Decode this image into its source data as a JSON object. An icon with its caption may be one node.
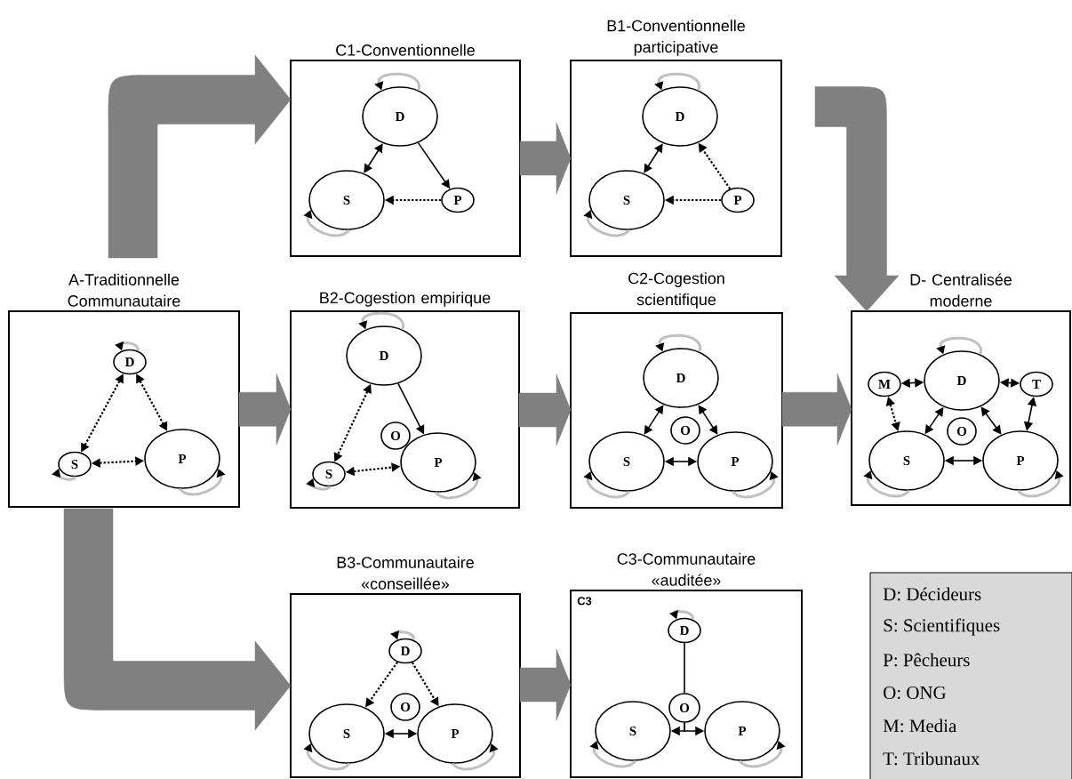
{
  "diagram": {
    "nodes": [
      {
        "text": [
          "C1-Conventionnelle"
        ]
      },
      {
        "text": [
          "D"
        ],
        "in": 0
      },
      {
        "text": [
          "S"
        ],
        "in": 0
      },
      {
        "text": [
          "P"
        ],
        "in": 0
      },
      {
        "text": [
          "B1-Conventionnelle participative"
        ]
      },
      {
        "text": [
          "D"
        ],
        "in": 4
      },
      {
        "text": [
          "S"
        ],
        "in": 4
      },
      {
        "text": [
          "P"
        ],
        "in": 4
      },
      {
        "text": [
          "A-Traditionnelle Communautaire"
        ]
      },
      {
        "text": [
          "D"
        ],
        "in": 8
      },
      {
        "text": [
          "S"
        ],
        "in": 8
      },
      {
        "text": [
          "P"
        ],
        "in": 8
      },
      {
        "text": [
          "B2-Cogestion empirique"
        ]
      },
      {
        "text": [
          "D"
        ],
        "in": 12
      },
      {
        "text": [
          "O"
        ],
        "in": 12
      },
      {
        "text": [
          "S"
        ],
        "in": 12
      },
      {
        "text": [
          "P"
        ],
        "in": 12
      },
      {
        "text": [
          "C2-Cogestion scientifique"
        ]
      },
      {
        "text": [
          "D"
        ],
        "in": 17
      },
      {
        "text": [
          "O"
        ],
        "in": 17
      },
      {
        "text": [
          "S"
        ],
        "in": 17
      },
      {
        "text": [
          "P"
        ],
        "in": 17
      },
      {
        "text": [
          "D- Centralisée moderne"
        ]
      },
      {
        "text": [
          "M"
        ],
        "in": 22
      },
      {
        "text": [
          "D"
        ],
        "in": 22
      },
      {
        "text": [
          "T"
        ],
        "in": 22
      },
      {
        "text": [
          "O"
        ],
        "in": 22
      },
      {
        "text": [
          "S"
        ],
        "in": 22
      },
      {
        "text": [
          "P"
        ],
        "in": 22
      },
      {
        "text": [
          "B3-Communautaire «conseillée»"
        ]
      },
      {
        "text": [
          "D"
        ],
        "in": 29
      },
      {
        "text": [
          "O"
        ],
        "in": 29
      },
      {
        "text": [
          "S"
        ],
        "in": 29
      },
      {
        "text": [
          "P"
        ],
        "in": 29
      },
      {
        "text": [
          "C3-Communautaire «auditée»",
          "C3"
        ]
      },
      {
        "text": [
          "D"
        ],
        "in": 34
      },
      {
        "text": [
          "O"
        ],
        "in": 34
      },
      {
        "text": [
          "S"
        ],
        "in": 34
      },
      {
        "text": [
          "P"
        ],
        "in": 34
      }
    ],
    "edges": [
      {
        "from": 1,
        "to": 2,
        "arrow": "both"
      },
      {
        "from": 1,
        "to": 3,
        "arrow": "to"
      },
      {
        "from": 3,
        "to": 2,
        "arrow": "to",
        "style": "dashed"
      },
      {
        "from": 1,
        "to": 1,
        "arrow": "to",
        "color": "#c0c0c0"
      },
      {
        "from": 2,
        "to": 2,
        "arrow": "to",
        "color": "#c0c0c0"
      },
      {
        "from": 5,
        "to": 6,
        "arrow": "both"
      },
      {
        "from": 7,
        "to": 5,
        "arrow": "to",
        "style": "dashed"
      },
      {
        "from": 7,
        "to": 6,
        "arrow": "to",
        "style": "dashed"
      },
      {
        "from": 5,
        "to": 5,
        "arrow": "to",
        "color": "#c0c0c0"
      },
      {
        "from": 6,
        "to": 6,
        "arrow": "to",
        "color": "#c0c0c0"
      },
      {
        "from": 9,
        "to": 10,
        "arrow": "both",
        "style": "dashed"
      },
      {
        "from": 9,
        "to": 11,
        "arrow": "both",
        "style": "dashed"
      },
      {
        "from": 10,
        "to": 11,
        "arrow": "both",
        "style": "dashed"
      },
      {
        "from": 9,
        "to": 9,
        "arrow": "to",
        "color": "#c0c0c0"
      },
      {
        "from": 10,
        "to": 10,
        "arrow": "to",
        "color": "#c0c0c0"
      },
      {
        "from": 11,
        "to": 11,
        "arrow": "to",
        "color": "#c0c0c0"
      },
      {
        "from": 13,
        "to": 15,
        "arrow": "both",
        "style": "dashed"
      },
      {
        "from": 13,
        "to": 16,
        "arrow": "to"
      },
      {
        "from": 15,
        "to": 16,
        "arrow": "both",
        "style": "dashed"
      },
      {
        "from": 13,
        "to": 13,
        "arrow": "to",
        "color": "#c0c0c0"
      },
      {
        "from": 15,
        "to": 15,
        "arrow": "to",
        "color": "#c0c0c0"
      },
      {
        "from": 16,
        "to": 16,
        "arrow": "to",
        "color": "#c0c0c0"
      },
      {
        "from": 18,
        "to": 20,
        "arrow": "both"
      },
      {
        "from": 18,
        "to": 21,
        "arrow": "both"
      },
      {
        "from": 20,
        "to": 21,
        "arrow": "both"
      },
      {
        "from": 18,
        "to": 18,
        "arrow": "to",
        "color": "#c0c0c0"
      },
      {
        "from": 20,
        "to": 20,
        "arrow": "to",
        "color": "#c0c0c0"
      },
      {
        "from": 21,
        "to": 21,
        "arrow": "to",
        "color": "#c0c0c0"
      },
      {
        "from": 23,
        "to": 24,
        "arrow": "both"
      },
      {
        "from": 24,
        "to": 25,
        "arrow": "both"
      },
      {
        "from": 23,
        "to": 27,
        "arrow": "both",
        "style": "dashed"
      },
      {
        "from": 25,
        "to": 28,
        "arrow": "both"
      },
      {
        "from": 24,
        "to": 27,
        "arrow": "both"
      },
      {
        "from": 24,
        "to": 28,
        "arrow": "both"
      },
      {
        "from": 27,
        "to": 28,
        "arrow": "both"
      },
      {
        "from": 24,
        "to": 24,
        "arrow": "to",
        "color": "#c0c0c0"
      },
      {
        "from": 27,
        "to": 27,
        "arrow": "to",
        "color": "#c0c0c0"
      },
      {
        "from": 28,
        "to": 28,
        "arrow": "to",
        "color": "#c0c0c0"
      },
      {
        "from": 30,
        "to": 32,
        "arrow": "to",
        "style": "dashed"
      },
      {
        "from": 30,
        "to": 33,
        "arrow": "to",
        "style": "dashed"
      },
      {
        "from": 32,
        "to": 33,
        "arrow": "both"
      },
      {
        "from": 30,
        "to": 30,
        "arrow": "to",
        "color": "#c0c0c0"
      },
      {
        "from": 32,
        "to": 32,
        "arrow": "to",
        "color": "#c0c0c0"
      },
      {
        "from": 33,
        "to": 33,
        "arrow": "to",
        "color": "#c0c0c0"
      },
      {
        "from": 35,
        "to": 36,
        "arrow": "none"
      },
      {
        "from": 36,
        "to": 37,
        "arrow": "to"
      },
      {
        "from": 36,
        "to": 38,
        "arrow": "to"
      },
      {
        "from": 35,
        "to": 35,
        "arrow": "to",
        "color": "#c0c0c0"
      },
      {
        "from": 37,
        "to": 37,
        "arrow": "to",
        "color": "#c0c0c0"
      },
      {
        "from": 38,
        "to": 38,
        "arrow": "to",
        "color": "#c0c0c0"
      },
      {
        "from": 8,
        "to": 0,
        "arrow": "to",
        "style": "thick",
        "color": "#808080"
      },
      {
        "from": 0,
        "to": 4,
        "arrow": "to",
        "style": "thick",
        "color": "#808080"
      },
      {
        "from": 4,
        "to": 22,
        "arrow": "to",
        "style": "thick",
        "color": "#808080"
      },
      {
        "from": 8,
        "to": 12,
        "arrow": "to",
        "style": "thick",
        "color": "#808080"
      },
      {
        "from": 12,
        "to": 17,
        "arrow": "to",
        "style": "thick",
        "color": "#808080"
      },
      {
        "from": 17,
        "to": 22,
        "arrow": "to",
        "style": "thick",
        "color": "#808080"
      },
      {
        "from": 8,
        "to": 29,
        "arrow": "to",
        "style": "thick",
        "color": "#808080"
      },
      {
        "from": 29,
        "to": 34,
        "arrow": "to",
        "style": "thick",
        "color": "#808080"
      }
    ],
    "labels": [
      "D: Décideurs",
      "S: Scientifiques",
      "P: Pêcheurs",
      "O: ONG",
      "M: Media",
      "T: Tribunaux"
    ]
  }
}
